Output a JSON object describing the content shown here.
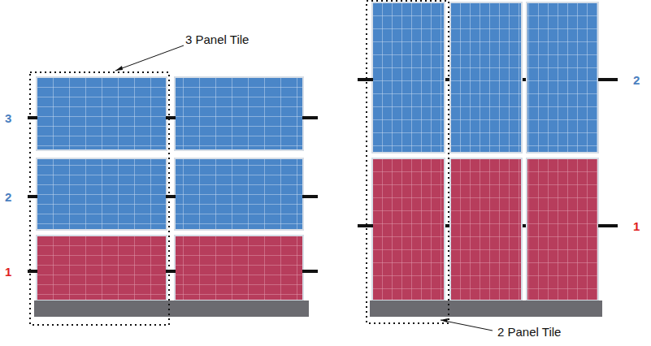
{
  "diagram": {
    "labels": [
      "3 Panel Tile",
      "3",
      "2",
      "1",
      "2",
      "1",
      "2 Panel Tile"
    ]
  }
}
